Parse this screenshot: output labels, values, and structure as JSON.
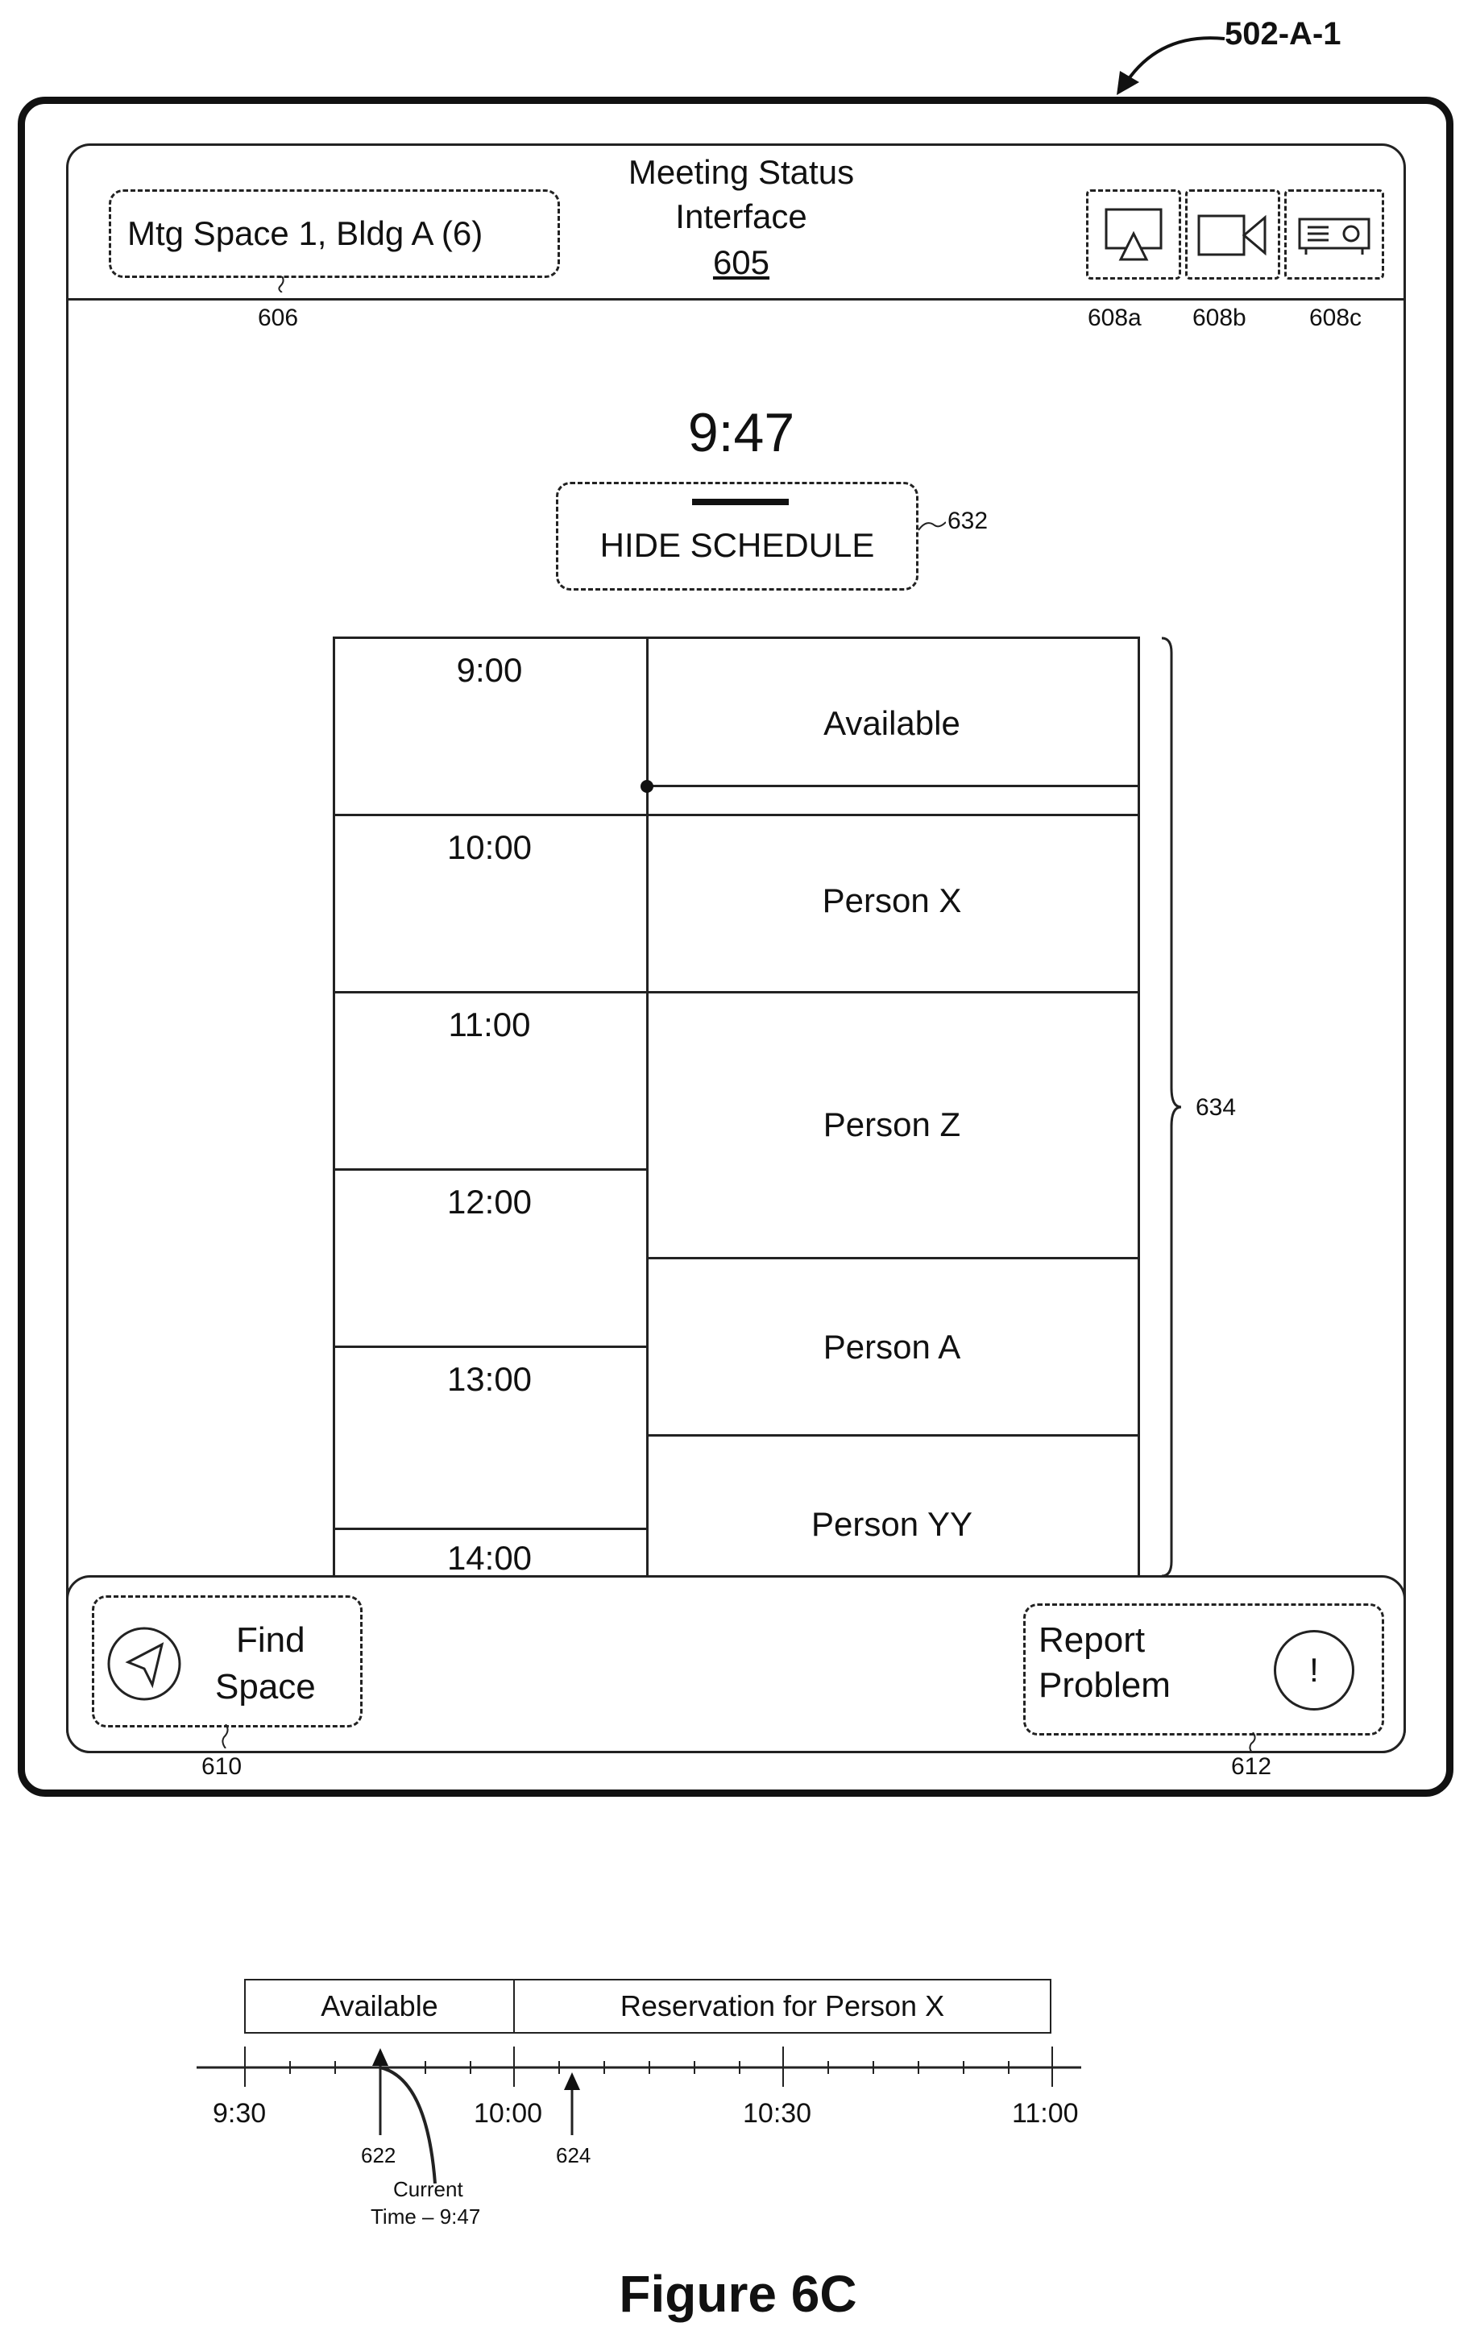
{
  "figure_ref": "502-A-1",
  "header": {
    "title_line1": "Meeting Status",
    "title_line2": "Interface",
    "title_ref": "605",
    "space_label": "Mtg Space 1, Bldg A (6)",
    "space_ref": "606",
    "icons": [
      {
        "name": "display-icon",
        "ref": "608a"
      },
      {
        "name": "video-camera-icon",
        "ref": "608b"
      },
      {
        "name": "projector-icon",
        "ref": "608c"
      }
    ]
  },
  "clock": "9:47",
  "hide_schedule": {
    "label": "HIDE SCHEDULE",
    "ref": "632"
  },
  "schedule": {
    "ref": "634",
    "times": [
      "9:00",
      "10:00",
      "11:00",
      "12:00",
      "13:00",
      "14:00"
    ],
    "events": [
      "Available",
      "Person X",
      "Person Z",
      "Person A",
      "Person YY"
    ]
  },
  "footer": {
    "find_space": {
      "line1": "Find",
      "line2": "Space",
      "ref": "610"
    },
    "report_problem": {
      "line1": "Report",
      "line2": "Problem",
      "icon": "!",
      "ref": "612"
    }
  },
  "timeline": {
    "segments": [
      "Available",
      "Reservation for Person X"
    ],
    "ticks": [
      "9:30",
      "10:00",
      "10:30",
      "11:00"
    ],
    "markers": [
      "622",
      "624"
    ],
    "current_time_line1": "Current",
    "current_time_line2": "Time – 9:47"
  },
  "caption": "Figure 6C"
}
